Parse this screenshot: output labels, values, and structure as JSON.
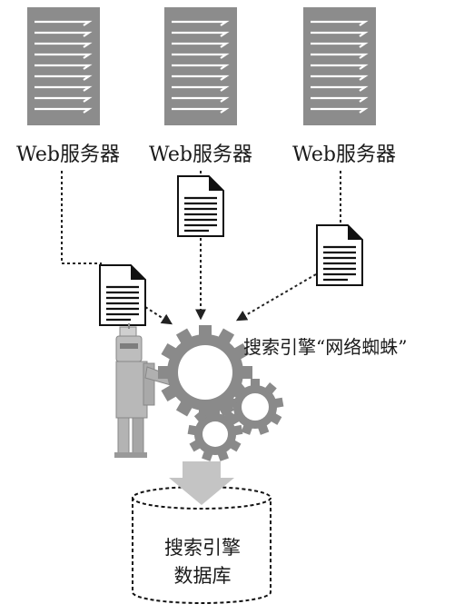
{
  "servers": [
    {
      "label": "Web服务器"
    },
    {
      "label": "Web服务器"
    },
    {
      "label": "Web服务器"
    }
  ],
  "spider": {
    "label": "搜索引擎“网络蜘蛛”"
  },
  "database": {
    "line1": "搜索引擎",
    "line2": "数据库"
  },
  "colors": {
    "server": "#8c8c8c",
    "gear": "#8a8a8a",
    "robot": "#b5b5b5",
    "arrow": "#c4c4c4",
    "line": "#222222"
  },
  "icons": [
    "server-icon",
    "document-icon",
    "robot-icon",
    "gear-icon",
    "down-arrow-icon",
    "database-icon"
  ]
}
